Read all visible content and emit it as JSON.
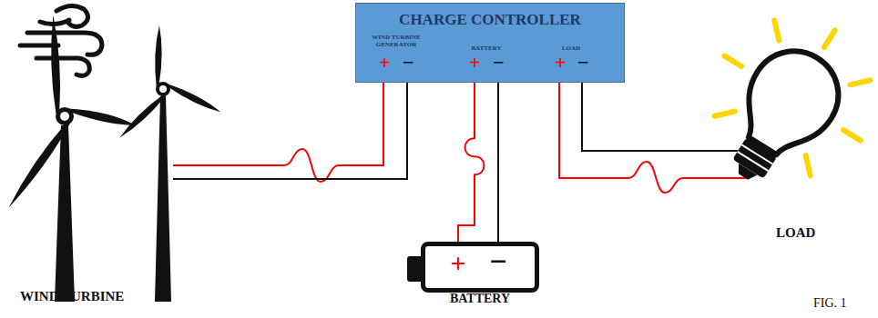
{
  "diagram": {
    "caption": "FIG. 1",
    "nodes": [
      {
        "text": [
          "CHARGE CONTROLLER",
          "WIND TURBINE GENERATOR",
          "BATTERY",
          "LOAD",
          "+",
          "−",
          "+",
          "−",
          "+",
          "−"
        ]
      },
      {
        "text": [
          "+",
          "−",
          "BATTERY"
        ]
      }
    ],
    "edges": [
      {
        "from": 0,
        "to": 1,
        "arrow": "none"
      },
      {
        "from": 0,
        "to": 1,
        "arrow": "none"
      }
    ],
    "labels": [
      "WIND TURBINE",
      "LOAD"
    ]
  }
}
